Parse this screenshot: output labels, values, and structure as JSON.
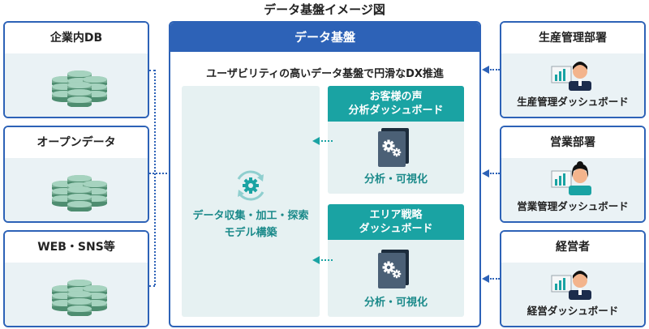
{
  "title": "データ基盤イメージ図",
  "sources": [
    {
      "label": "企業内DB",
      "icon": "database-icon"
    },
    {
      "label": "オープンデータ",
      "icon": "database-icon"
    },
    {
      "label": "WEB・SNS等",
      "icon": "database-icon"
    }
  ],
  "main": {
    "header": "データ基盤",
    "subtitle": "ユーザビリティの高いデータ基盤で円滑なDX推進",
    "model": {
      "line1": "データ収集・加工・探索",
      "line2": "モデル構築"
    },
    "dashboards": [
      {
        "title1": "お客様の声",
        "title2": "分析ダッシュボード",
        "label": "分析・可視化"
      },
      {
        "title1": "エリア戦略",
        "title2": "ダッシュボード",
        "label": "分析・可視化"
      }
    ]
  },
  "departments": [
    {
      "name": "生産管理部署",
      "dashboard": "生産管理ダッシュボード",
      "user": "male"
    },
    {
      "name": "営業部署",
      "dashboard": "営業管理ダッシュボード",
      "user": "female"
    },
    {
      "name": "経営者",
      "dashboard": "経営ダッシュボード",
      "user": "male"
    }
  ],
  "colors": {
    "blue": "#2d62b7",
    "teal": "#1aa3a3",
    "panel": "#e6f1f2",
    "db": "#7fb09a",
    "user": "#1c2c4c",
    "face": "#f3b48c"
  }
}
